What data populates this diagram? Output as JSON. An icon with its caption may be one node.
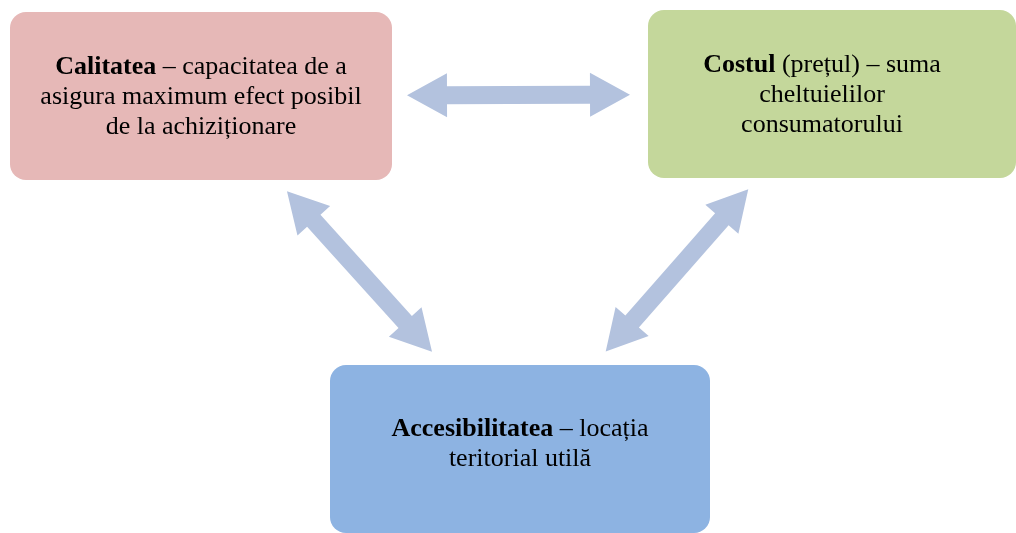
{
  "diagram": {
    "nodes": [
      {
        "text": [
          "**Calitatea** – capacitatea de a asigura maximum efect posibil de la achiziționare"
        ]
      },
      {
        "text": [
          "**Costul** (prețul) – suma cheltuielilor consumatorului"
        ]
      },
      {
        "text": [
          "**Accesibilitatea** – locația teritorial utilă"
        ]
      }
    ],
    "edges": [
      {
        "from": 0,
        "to": 1,
        "arrow": "both",
        "style": "thick"
      },
      {
        "from": 0,
        "to": 2,
        "arrow": "both",
        "style": "thick"
      },
      {
        "from": 1,
        "to": 2,
        "arrow": "both",
        "style": "thick"
      }
    ]
  }
}
